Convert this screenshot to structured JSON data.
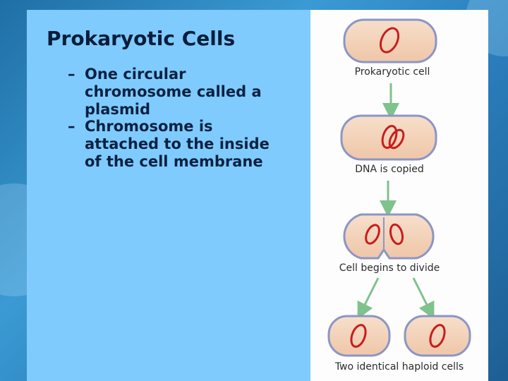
{
  "slide": {
    "title": "Prokaryotic Cells",
    "bullets": [
      "One circular chromosome called a plasmid",
      "Chromosome is attached to the inside of the cell membrane"
    ]
  },
  "figure": {
    "captions": {
      "cell": "Prokaryotic cell",
      "copied": "DNA is copied",
      "divide": "Cell begins to divide",
      "daughters": "Two identical haploid cells"
    },
    "colors": {
      "cell_fill": "#f3d2b8",
      "cell_outline": "#8b96c6",
      "dna": "#c81d1d",
      "arrow": "#7fc28c"
    }
  }
}
